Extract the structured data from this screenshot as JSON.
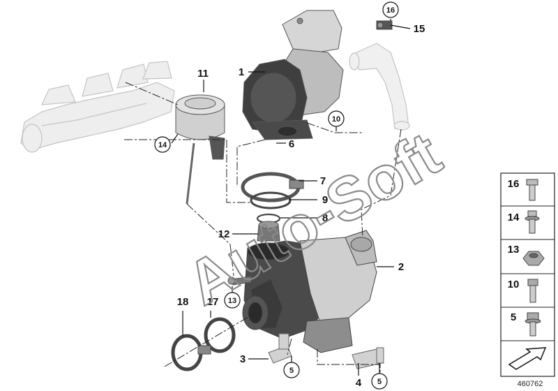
{
  "diagram": {
    "watermark": "Auto-Soft",
    "document_number": "460762",
    "callouts": {
      "c1": "1",
      "c2": "2",
      "c3": "3",
      "c4": "4",
      "c5a": "5",
      "c5b": "5",
      "c6": "6",
      "c7": "7",
      "c8": "8",
      "c9": "9",
      "c10": "10",
      "c11": "11",
      "c12": "12",
      "c13": "13",
      "c14": "14",
      "c15": "15",
      "c16": "16",
      "c17": "17",
      "c18": "18"
    },
    "legend": {
      "items": [
        {
          "number": "16",
          "icon": "bolt-flange-icon"
        },
        {
          "number": "14",
          "icon": "bolt-washer-icon"
        },
        {
          "number": "13",
          "icon": "hex-nut-icon"
        },
        {
          "number": "10",
          "icon": "hex-bolt-icon"
        },
        {
          "number": "5",
          "icon": "flange-bolt-icon"
        }
      ],
      "footer_icon": "view-arrow-icon"
    }
  }
}
